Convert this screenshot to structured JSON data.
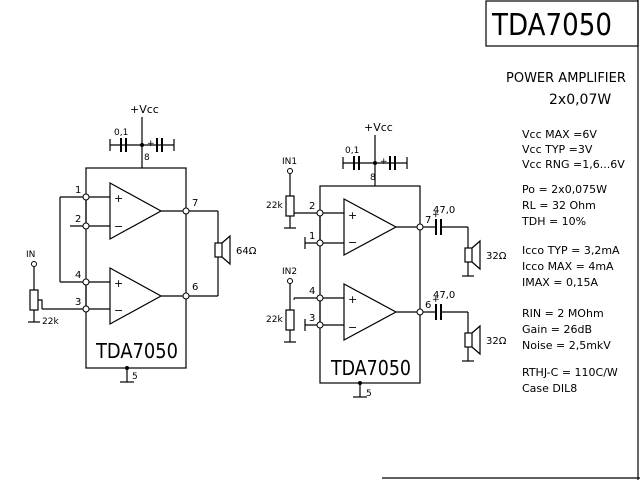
{
  "title": "TDA7050",
  "subtitle": {
    "line1": "POWER AMPLIFIER",
    "line2": "2x0,07W"
  },
  "specs": [
    "Vcc MAX =6V",
    "Vcc TYP =3V",
    "Vcc RNG =1,6...6V",
    "Po = 2x0,075W",
    "RL = 32 Ohm",
    "TDH = 10%",
    "Icco TYP = 3,2mA",
    "Icco MAX = 4mA",
    "IMAX = 0,15A",
    "RIN = 2 MOhm",
    "Gain = 26dB",
    "Noise = 2,5mkV",
    "RTHJ-C = 110C/W",
    "Case DIL8"
  ],
  "left_circuit": {
    "supply": "+Vcc",
    "supply_sub": "CC",
    "cap": "0,1",
    "input": "IN",
    "pot": "22k",
    "speaker": "64Ω",
    "chip": "TDA7050",
    "pins": [
      "1",
      "2",
      "3",
      "4",
      "5",
      "6",
      "7",
      "8"
    ]
  },
  "right_circuit": {
    "supply": "+Vcc",
    "cap": "0,1",
    "input1": "IN1",
    "input2": "IN2",
    "pot1": "22k",
    "pot2": "22k",
    "out_cap1": "47,0",
    "out_cap2": "47,0",
    "speaker1": "32Ω",
    "speaker2": "32Ω",
    "chip": "TDA7050",
    "pins": [
      "1",
      "2",
      "3",
      "4",
      "5",
      "6",
      "7",
      "8"
    ]
  }
}
